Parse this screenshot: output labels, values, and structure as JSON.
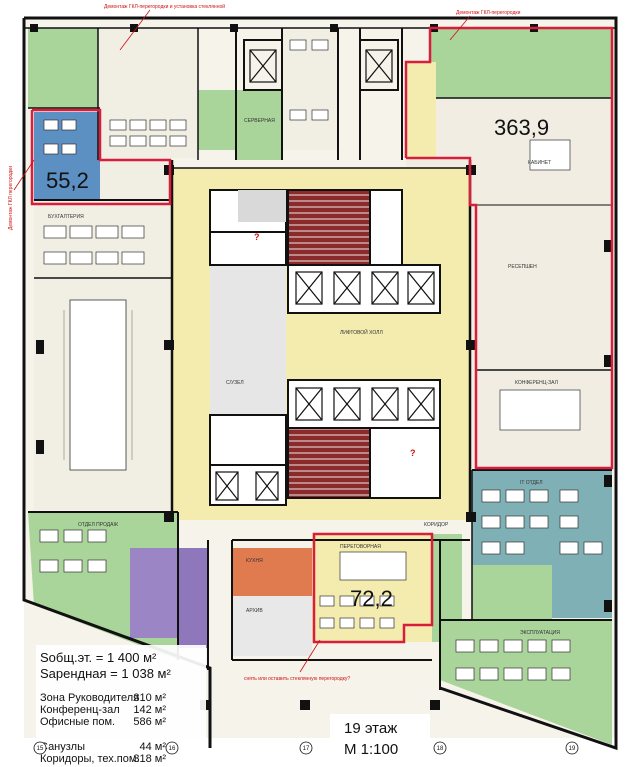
{
  "areas": {
    "top_right": "363,9",
    "top_left": "55,2",
    "middle": "72,2"
  },
  "summary": {
    "total": "Sобщ.эт. = 1 400 м²",
    "rentable": "Sарендная = 1 038 м²",
    "rows": [
      {
        "label": "Зона Руководителя",
        "value": "310 м²"
      },
      {
        "label": "Конференц-зал",
        "value": "142 м²"
      },
      {
        "label": "Офисные пом.",
        "value": "586 м²"
      }
    ],
    "service_rows": [
      {
        "label": "Санузлы",
        "value": "44 м²"
      },
      {
        "label": "Коридоры, тех.пом.",
        "value": "318 м²"
      }
    ]
  },
  "floor_title": {
    "floor": "19 этаж",
    "scale": "M 1:100"
  },
  "red_notes": {
    "top_left": "Демонтаж ГКЛ-перегородки и установка стеклянной",
    "top_right": "Демонтаж ГКЛ-перегородки",
    "bottom": "снять или оставить стеклянную перегородку?",
    "left_side": "Демонтаж ГКЛ перегородки"
  },
  "room_labels": {
    "accounting": "БУХГАЛТЕРИЯ",
    "cabinet": "КАБИНЕТ",
    "reception": "РЕСЕПШЕН",
    "conference": "КОНФЕРЕНЦ-ЗАЛ",
    "lift_hall": "ЛИФТОВОЙ ХОЛЛ",
    "server": "СЕРВЕРНАЯ",
    "corridor": "КОРИДОР",
    "it_dept": "IT ОТДЕЛ",
    "sales_dept": "ОТДЕЛ ПРОДАЖ",
    "exploitation": "ЭКСПЛУАТАЦИЯ",
    "negotiation": "ПЕРЕГОВОРНАЯ",
    "kitchen": "КУХНЯ",
    "archive": "АРХИВ",
    "wc": "С/УЗЕЛ"
  },
  "axis_labels": [
    "15",
    "16",
    "17",
    "18",
    "19"
  ],
  "colors": {
    "outline_red": "#d81e3c",
    "wall": "#111111",
    "yellow": "#f3ecae",
    "green": "#a8d39a",
    "blue": "#5e8fc0",
    "purple": "#9b85c4",
    "orange": "#e07a4f",
    "grey": "#e8e8e8",
    "teal": "#7fb0b5"
  }
}
